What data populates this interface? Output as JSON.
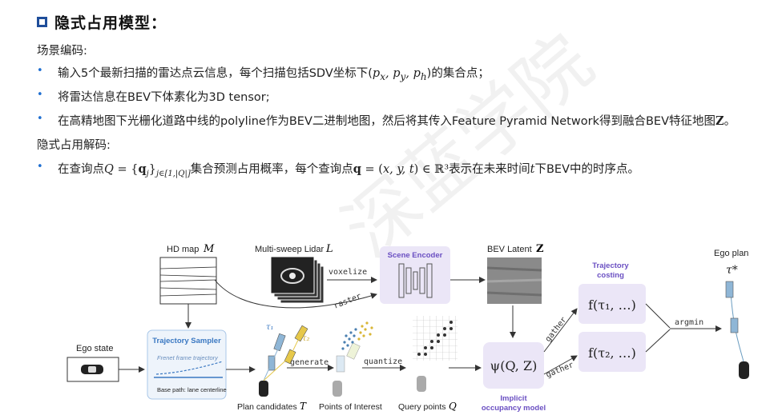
{
  "watermark": "深蓝学院",
  "heading": "隐式占用模型：",
  "scene_encoding": {
    "label": "场景编码:",
    "bullets": [
      {
        "pre": "输入5个最新扫描的雷达点云信息，每个扫描包括SDV坐标下(",
        "math": "p_x, p_y, p_h",
        "post": ")的集合点；"
      },
      {
        "pre": "将雷达信息在BEV下体素化为3D tensor;",
        "math": "",
        "post": ""
      },
      {
        "pre": "在高精地图下光栅化道路中线的polyline作为BEV二进制地图，然后将其传入Feature Pyramid Network得到融合BEV特征地图",
        "math": "Z",
        "post": "。"
      }
    ]
  },
  "implicit_decoding": {
    "label": "隐式占用解码:",
    "bullets": [
      {
        "pre": "在查询点",
        "math": "Q = {q_j}_{j∈[1,|Q|]}",
        "mid": "集合预测占用概率，每个查询点",
        "math2": "q = (x, y, t) ∈ ℝ³",
        "post": "表示在未来时间",
        "math3": "t",
        "post2": "下BEV中的时序点。"
      }
    ]
  },
  "diagram": {
    "hd_map": "HD map",
    "hd_map_sym": "M",
    "lidar": "Multi-sweep Lidar",
    "lidar_sym": "L",
    "voxelize": "voxelize",
    "raster": "raster",
    "scene_encoder": "Scene Encoder",
    "bev_latent": "BEV Latent",
    "bev_latent_sym": "Z",
    "ego_state": "Ego state",
    "trajectory_sampler": "Trajectory Sampler",
    "frenet": "Frenet frame trajectory",
    "base_path": "Base path: lane centerline",
    "tau1": "τ₁",
    "tau2": "τ₂",
    "generate": "generate",
    "quantize": "quantize",
    "plan_candidates": "Plan candidates",
    "plan_candidates_sym": "T",
    "points_of_interest": "Points of Interest",
    "query_points": "Query points",
    "query_points_sym": "Q",
    "psi": "ψ(Q, Z)",
    "implicit_model": "Implicit",
    "implicit_model2": "occupancy model",
    "gather": "gather",
    "traj_costing": "Trajectory",
    "traj_costing2": "costing",
    "f1": "f(τ₁, …)",
    "f2": "f(τ₂, …)",
    "argmin": "argmin",
    "ego_plan": "Ego plan",
    "ego_plan_sym": "τ*"
  },
  "colors": {
    "accent": "#1f4e9a",
    "bullet": "#1f6fd1",
    "purple_box": "#ebe6f7",
    "purple_text": "#6a4fc2"
  }
}
